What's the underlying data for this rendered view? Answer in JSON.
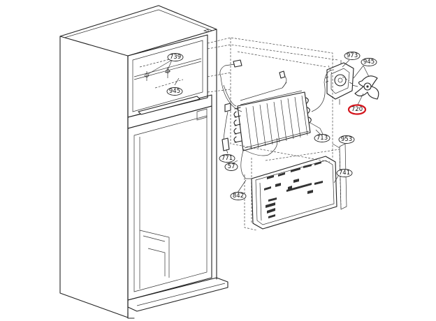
{
  "callouts": [
    {
      "id": "739",
      "label": "739"
    },
    {
      "id": "945a",
      "label": "945"
    },
    {
      "id": "973",
      "label": "973"
    },
    {
      "id": "945b",
      "label": "945"
    },
    {
      "id": "720",
      "label": "720",
      "highlighted": true
    },
    {
      "id": "713",
      "label": "713"
    },
    {
      "id": "953",
      "label": "953"
    },
    {
      "id": "741",
      "label": "741"
    },
    {
      "id": "771",
      "label": "771"
    },
    {
      "id": "57",
      "label": "57"
    },
    {
      "id": "842",
      "label": "842"
    }
  ],
  "colors": {
    "highlight": "#d4141c",
    "line": "#222222"
  }
}
